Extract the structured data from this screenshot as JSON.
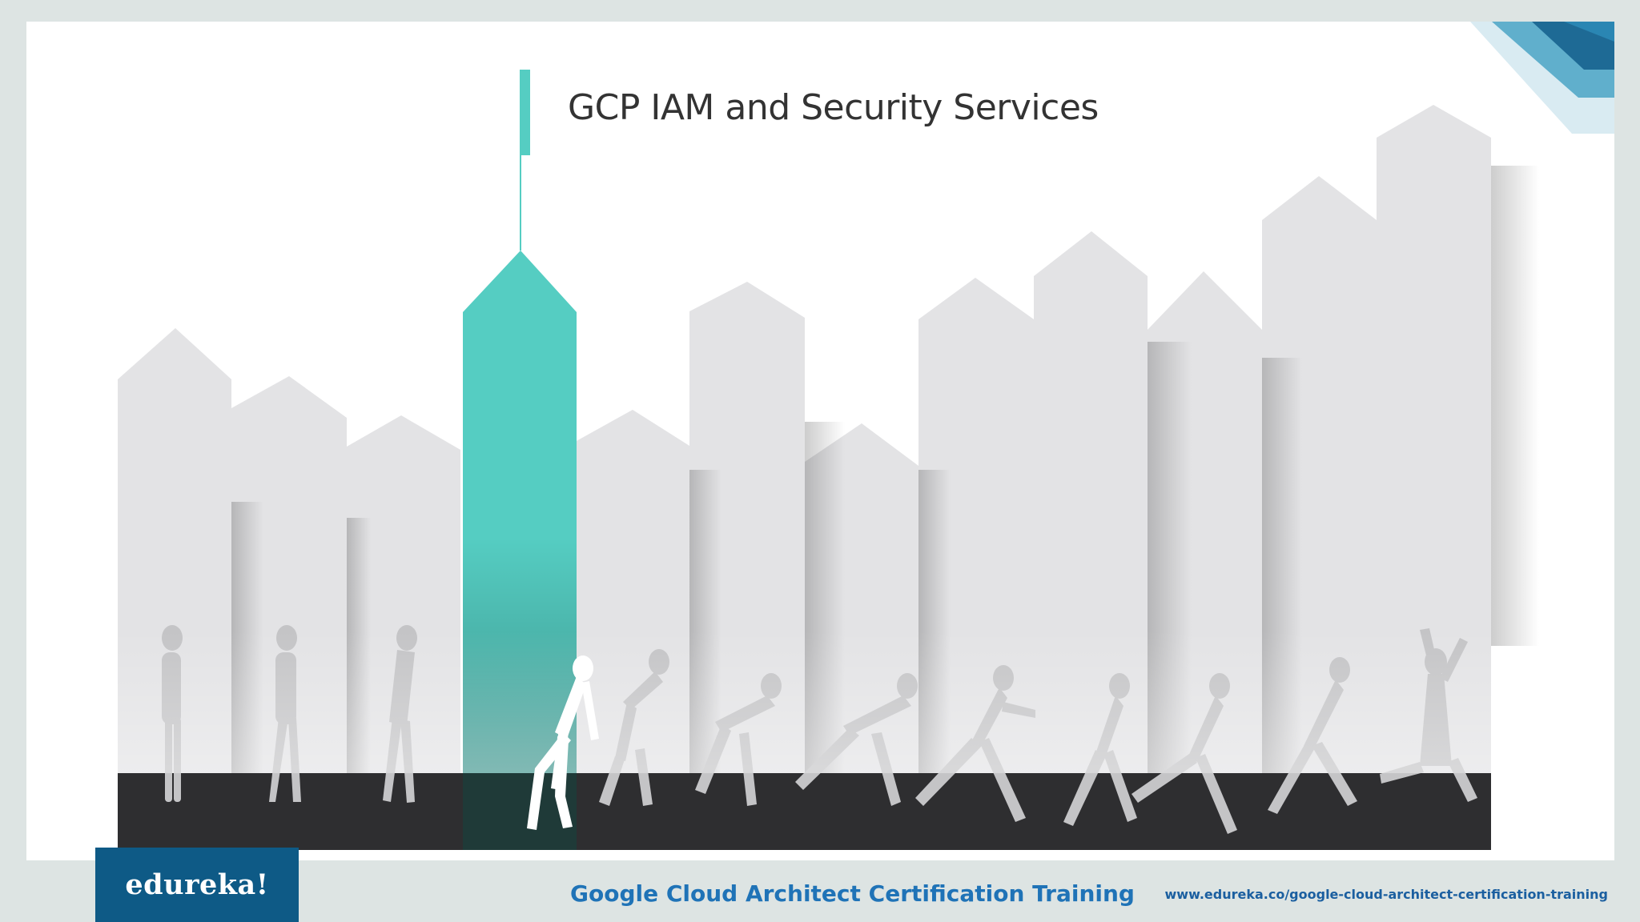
{
  "slide": {
    "title": "GCP IAM and Security Services",
    "accent_color": "#55cdc2",
    "building_color": "#e3e3e5",
    "ground_color": "#2e2e30",
    "corner_colors": [
      "#1e6a95",
      "#4aa4c6",
      "#b9dbe7"
    ]
  },
  "footer": {
    "brand": "edureka!",
    "course_title": "Google Cloud Architect Certification Training",
    "url": "www.edureka.co/google-cloud-architect-certification-training",
    "brand_color": "#0e5a86",
    "course_color": "#1f73b7"
  }
}
